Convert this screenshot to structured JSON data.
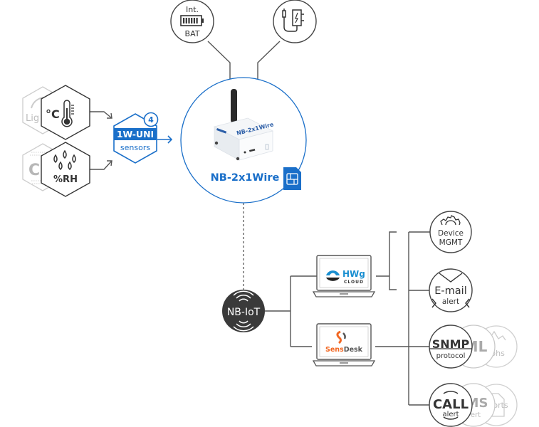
{
  "colors": {
    "line": "#555555",
    "dark": "#333333",
    "faded": "#c8c8c8",
    "faded_text": "#b0b0b0",
    "accent_blue": "#1a6fc9",
    "nbiot_fill": "#3a3a3a",
    "sensdesk_orange": "#f26722",
    "sensdesk_gray": "#555555"
  },
  "power": {
    "battery": {
      "top": "Int.",
      "bottom": "BAT",
      "icon": "battery-icon"
    },
    "adapter": {
      "icon": "power-adapter-icon"
    }
  },
  "sensors": {
    "temp": {
      "label": "°C",
      "icon": "thermometer-icon"
    },
    "humidity": {
      "label": "%RH",
      "icon": "droplets-icon"
    },
    "light_faded": {
      "label": "Lig"
    },
    "co2_faded": {
      "label": "C"
    }
  },
  "hub": {
    "title": "1W-UNI",
    "subtitle": "sensors",
    "count": "4"
  },
  "device": {
    "name": "NB-2x1Wire",
    "label_on_box": "NB-2x1Wire",
    "sim_icon": "sim-card-icon"
  },
  "network": {
    "label": "NB-IoT"
  },
  "platforms": {
    "hwg_cloud": {
      "brand": "HWg",
      "sub": "CLOUD"
    },
    "sensdesk": {
      "part1": "Sens",
      "part2": "Desk"
    }
  },
  "services": {
    "device_mgmt": {
      "line1": "Device",
      "line2": "MGMT"
    },
    "email": {
      "line1": "E-mail",
      "line2": "alert"
    },
    "snmp": {
      "line1": "SNMP",
      "line2": "protocol"
    },
    "xml_faded": {
      "line1": "ML"
    },
    "graphs_faded": {
      "line1": "phs"
    },
    "call": {
      "line1": "CALL",
      "line2": "alert"
    },
    "sms_faded": {
      "line1": "MS",
      "line2": "ert"
    },
    "reports_faded": {
      "line1": "orts"
    }
  }
}
